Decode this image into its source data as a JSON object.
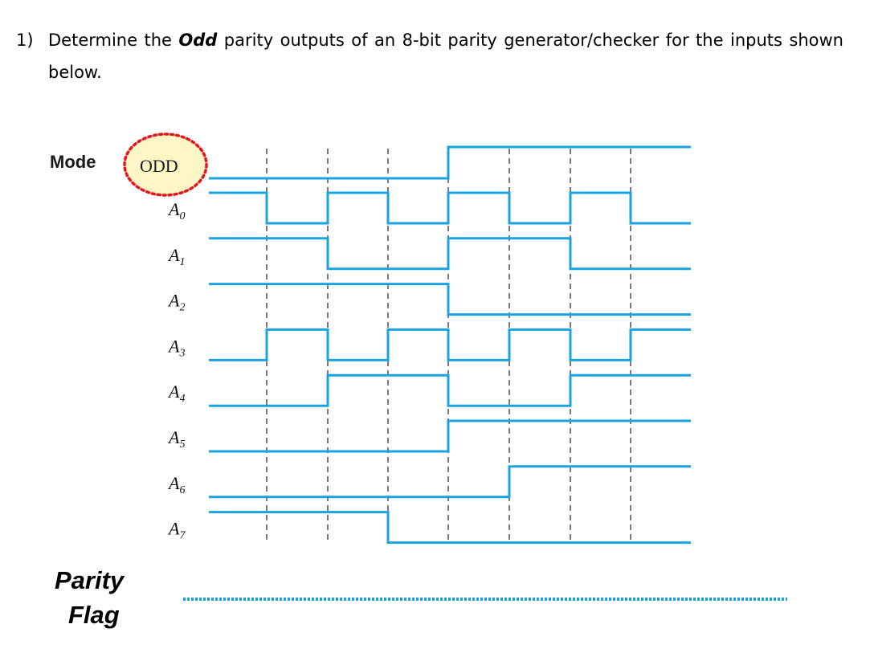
{
  "question": {
    "number": "1)",
    "text_before": "Determine the ",
    "emphasis": "Odd",
    "text_after": " parity outputs of an 8-bit parity generator/checker for the inputs shown below."
  },
  "mode": {
    "label": "Mode",
    "value": "ODD"
  },
  "colors": {
    "wave": "#1aa3e0",
    "highlight_fill": "#fdf7c8",
    "highlight_dots": "#e3161d"
  },
  "signals": [
    {
      "name": "A",
      "sub": "0",
      "levels": [
        1,
        0,
        1,
        0,
        1,
        0,
        1,
        0
      ]
    },
    {
      "name": "A",
      "sub": "1",
      "levels": [
        1,
        1,
        0,
        0,
        1,
        1,
        0,
        0
      ]
    },
    {
      "name": "A",
      "sub": "2",
      "levels": [
        1,
        1,
        1,
        1,
        0,
        0,
        0,
        0
      ]
    },
    {
      "name": "A",
      "sub": "3",
      "levels": [
        0,
        1,
        0,
        1,
        0,
        1,
        0,
        1
      ]
    },
    {
      "name": "A",
      "sub": "4",
      "levels": [
        0,
        0,
        1,
        1,
        0,
        0,
        1,
        1
      ]
    },
    {
      "name": "A",
      "sub": "5",
      "levels": [
        0,
        0,
        0,
        0,
        1,
        1,
        1,
        1
      ]
    },
    {
      "name": "A",
      "sub": "6",
      "levels": [
        0,
        0,
        0,
        0,
        0,
        1,
        1,
        1
      ]
    },
    {
      "name": "A",
      "sub": "7",
      "levels": [
        1,
        1,
        1,
        0,
        0,
        0,
        0,
        0
      ]
    }
  ],
  "mode_levels": [
    0,
    0,
    0,
    0,
    1,
    1,
    1,
    1
  ],
  "parity": {
    "line1": "Parity",
    "line2": "Flag"
  }
}
